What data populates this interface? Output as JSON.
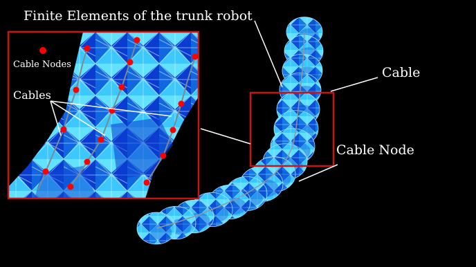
{
  "figure": {
    "title": "Finite Elements of the trunk robot",
    "labels": {
      "cable": "Cable",
      "cable_node": "Cable Node",
      "inset_cable_nodes": "Cable Nodes",
      "inset_cables": "Cables"
    },
    "colors": {
      "background": "#000000",
      "mesh_light": "#3fd0ff",
      "mesh_mid": "#1a8fe8",
      "mesh_dark": "#0a3ccf",
      "highlight_box": "#c81414",
      "cable_node": "#ff0000",
      "annotation_line": "#ffffff"
    }
  }
}
